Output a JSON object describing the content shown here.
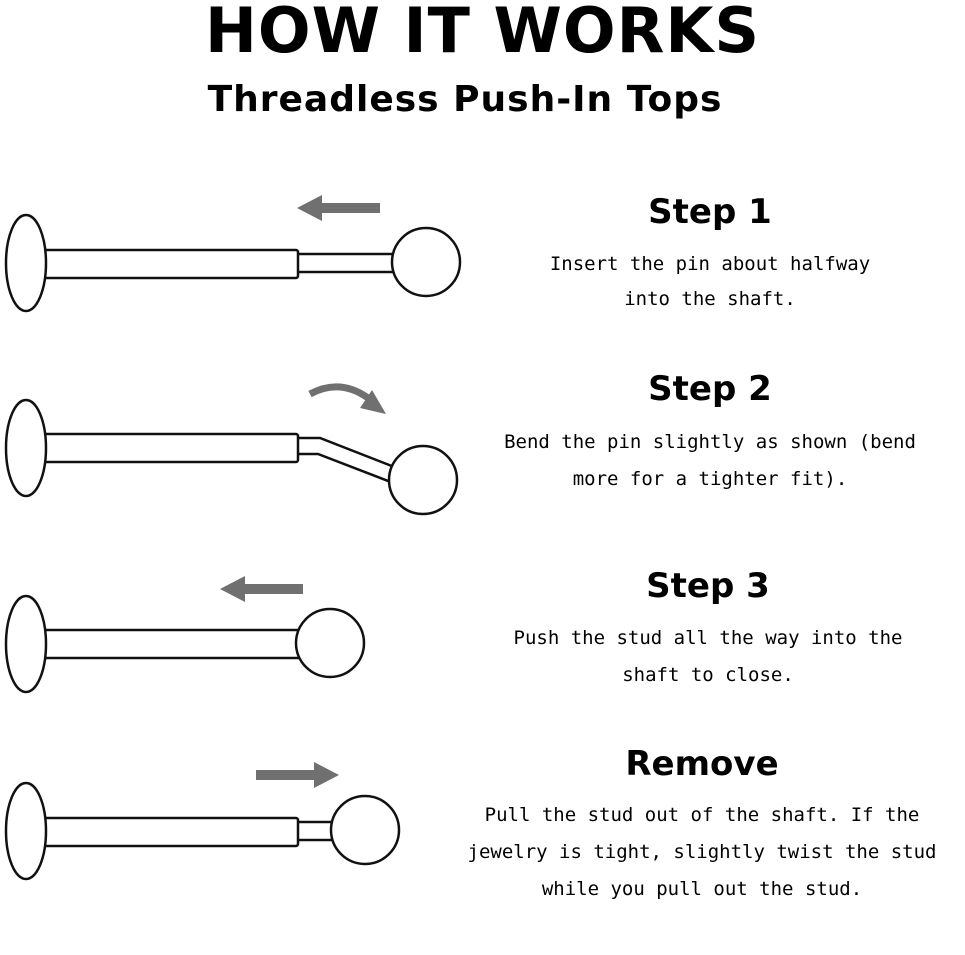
{
  "header": {
    "title": "HOW IT WORKS",
    "subtitle": "Threadless Push-In Tops"
  },
  "steps": [
    {
      "title": "Step 1",
      "line1": "Insert the pin about halfway",
      "line2": "into the shaft."
    },
    {
      "title": "Step 2",
      "line1": "Bend the pin slightly as shown (bend",
      "line2": "more for a tighter fit)."
    },
    {
      "title": "Step 3",
      "line1": "Push the stud all the way into the",
      "line2": "shaft to close."
    },
    {
      "title": "Remove",
      "line1": "Pull the stud out of the shaft. If the",
      "line2": "jewelry is tight, slightly twist the stud",
      "line3": "while you pull out the stud."
    }
  ],
  "colors": {
    "arrow": "#707070",
    "outline": "#111111",
    "background": "#ffffff"
  },
  "icons": [
    "left-arrow-icon",
    "curved-arrow-icon",
    "right-arrow-icon"
  ]
}
